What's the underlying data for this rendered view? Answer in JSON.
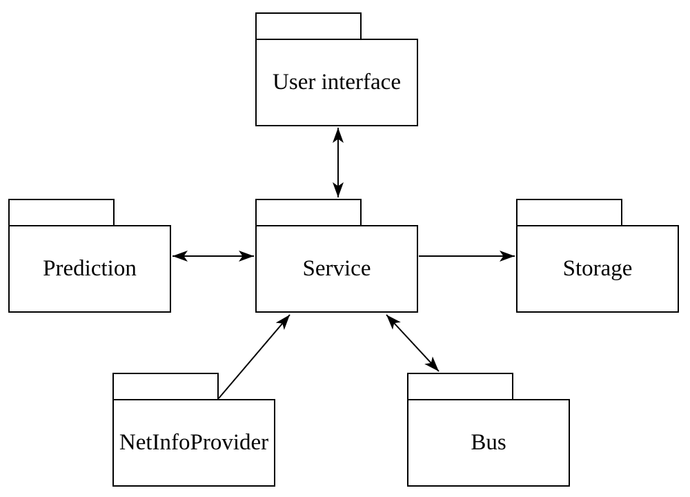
{
  "diagram": {
    "type": "uml-package-diagram",
    "background_color": "#ffffff",
    "stroke_color": "#000000",
    "packages": [
      {
        "id": "user-interface",
        "label": "User interface"
      },
      {
        "id": "prediction",
        "label": "Prediction"
      },
      {
        "id": "service",
        "label": "Service"
      },
      {
        "id": "storage",
        "label": "Storage"
      },
      {
        "id": "netinfoprovider",
        "label": "NetInfoProvider"
      },
      {
        "id": "bus",
        "label": "Bus"
      }
    ],
    "connections": [
      {
        "from": "user-interface",
        "to": "service",
        "direction": "bidirectional"
      },
      {
        "from": "prediction",
        "to": "service",
        "direction": "bidirectional"
      },
      {
        "from": "service",
        "to": "storage",
        "direction": "unidirectional"
      },
      {
        "from": "netinfoprovider",
        "to": "service",
        "direction": "unidirectional"
      },
      {
        "from": "service",
        "to": "bus",
        "direction": "bidirectional"
      }
    ]
  }
}
